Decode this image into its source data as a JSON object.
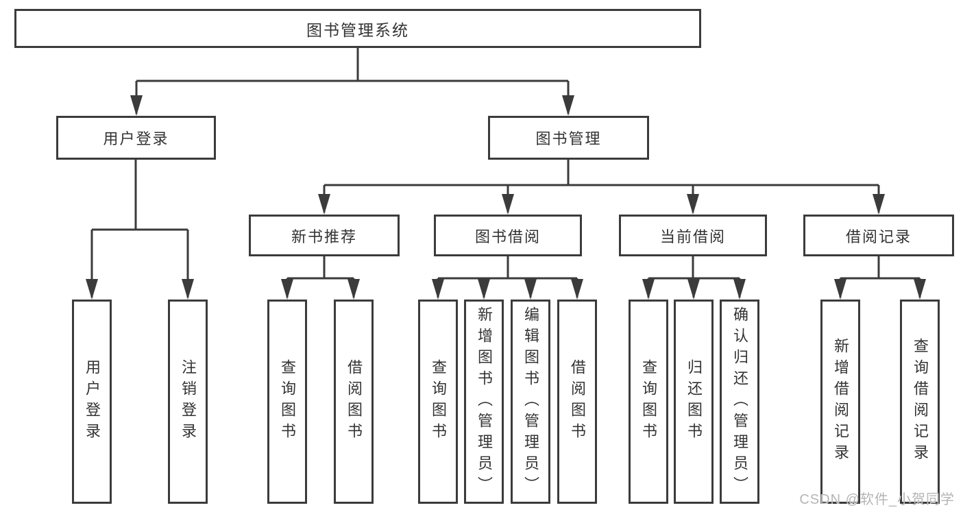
{
  "tree": {
    "label": "图书管理系统",
    "children": [
      {
        "label": "用户登录",
        "children": [
          {
            "label": "用户登录"
          },
          {
            "label": "注销登录"
          }
        ]
      },
      {
        "label": "图书管理",
        "children": [
          {
            "label": "新书推荐",
            "children": [
              {
                "label": "查询图书"
              },
              {
                "label": "借阅图书"
              }
            ]
          },
          {
            "label": "图书借阅",
            "children": [
              {
                "label": "查询图书"
              },
              {
                "label": "新增图书（管理员）"
              },
              {
                "label": "编辑图书（管理员）"
              },
              {
                "label": "借阅图书"
              }
            ]
          },
          {
            "label": "当前借阅",
            "children": [
              {
                "label": "查询图书"
              },
              {
                "label": "归还图书"
              },
              {
                "label": "确认归还（管理员）"
              }
            ]
          },
          {
            "label": "借阅记录",
            "children": [
              {
                "label": "新增借阅记录"
              },
              {
                "label": "查询借阅记录"
              }
            ]
          }
        ]
      }
    ]
  },
  "watermark": "CSDN @软件_小贺同学",
  "colors": {
    "line": "#3b3b3b",
    "box_border": "#3b3b3b",
    "text": "#333333",
    "background": "#ffffff",
    "watermark": "#b5b5b5"
  }
}
